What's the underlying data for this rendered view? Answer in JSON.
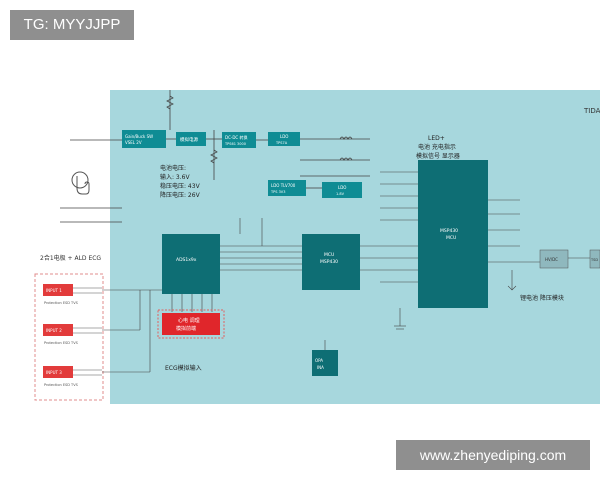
{
  "watermarks": {
    "top_left": "TG: MYYJJPP",
    "bottom_right": "www.zhenyediping.com"
  },
  "diagram": {
    "corner_label": "TIDA",
    "left_input_label": "2合1电极 + ALD ECG",
    "center_notes": [
      "电池电压:",
      "输入: 3.6V",
      "稳压电压: 43V",
      "降压电压: 26V"
    ],
    "led_notes": [
      "LED+",
      "电池 充电指示",
      "模拟信号 显示器"
    ],
    "battery_label": "锂电池 降压模块",
    "ecg_output_label": "ECG模拟输入",
    "red_block_label": [
      "心电 调理 ",
      "模拟前端"
    ],
    "blocks": {
      "b1": [
        "Gain/Buck SW",
        "VSEL 2V"
      ],
      "b2": "模拟电源",
      "b3": [
        "DC-DC 转换",
        "TPS61 3000"
      ],
      "b4": [
        "LDO",
        "TPS7A"
      ],
      "b5": [
        "LDO TLV700",
        "TPS 3V3"
      ],
      "b6": [
        "LDO",
        "1.8V"
      ],
      "b7": "ADS1x9x",
      "b8": [
        "MCU",
        "MSP430"
      ],
      "b9": [
        "MSP430",
        "MCU"
      ],
      "b10": [
        "OPA",
        "INA"
      ],
      "b11": "HV/DC",
      "b12": "TSD"
    },
    "inputs": [
      "INPUT 1",
      "INPUT 2",
      "INPUT 3"
    ],
    "input_sub": "Protection ESD TVS",
    "colors": {
      "panel": "#a7d7dd",
      "block": "#0f8c94",
      "block_dark": "#0e6e74",
      "red": "#e0262b",
      "input_red": "#e23b3b"
    }
  }
}
